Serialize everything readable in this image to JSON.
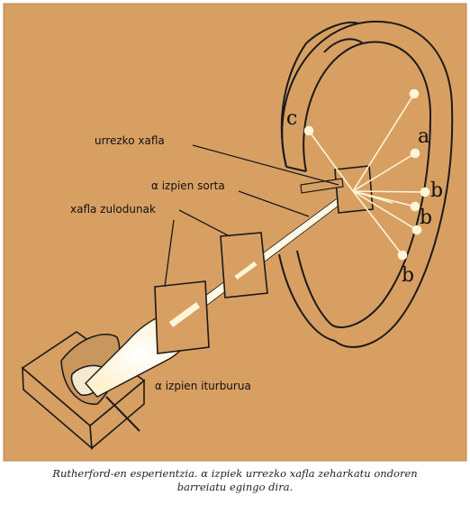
{
  "figure": {
    "colors": {
      "background": "#d89f63",
      "ray": "#fff6d8",
      "line": "#1a1a1a",
      "beam_glow": "#fff8e2"
    },
    "labels": {
      "foil": "urrezko xafla",
      "beam": "α izpien sorta",
      "slit_plates": "xafla zulodunak",
      "source": "α izpien iturburua",
      "ray_a": "a",
      "ray_b1": "b",
      "ray_b2": "b",
      "ray_b3": "b",
      "ray_c": "c"
    }
  },
  "caption": {
    "line1": "Rutherford-en esperientzia. α izpiek urrezko xafla zeharkatu ondoren",
    "line2": "barreiatu egingo dira."
  }
}
